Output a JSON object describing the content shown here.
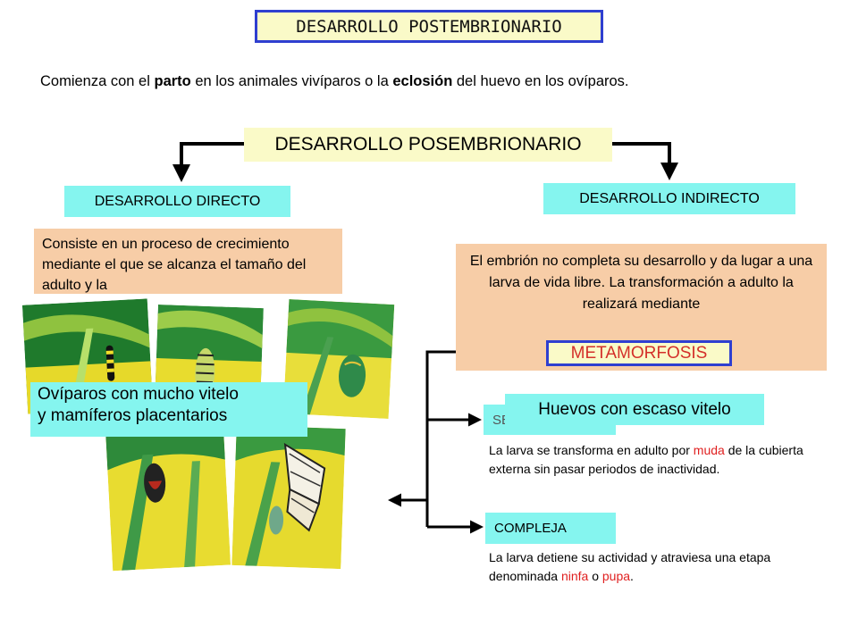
{
  "title": "DESARROLLO POSTEMBRIONARIO",
  "intro": {
    "pre": "Comienza con el ",
    "word1": "parto",
    "mid": " en los animales vivíparos o la ",
    "word2": "eclosión",
    "post": " del huevo en los ovíparos."
  },
  "main_box": "DESARROLLO POSEMBRIONARIO",
  "directo": {
    "label": "DESARROLLO DIRECTO",
    "description": "Consiste en un proceso de crecimiento mediante el que se alcanza el tamaño del adulto y la"
  },
  "indirecto": {
    "label": "DESARROLLO INDIRECTO",
    "description": "El embrión no completa su desarrollo y da lugar a una larva de vida libre. La transformación a adulto la realizará mediante",
    "metamorfosis": "METAMORFOSIS"
  },
  "sencilla": {
    "label": "SENCILLA",
    "text_pre": "La larva se transforma en adulto por ",
    "text_red": "muda",
    "text_post": " de la cubierta externa sin pasar periodos de inactividad."
  },
  "huevos_label": "Huevos con escaso vitelo",
  "compleja": {
    "label": "COMPLEJA",
    "text_pre": "La larva detiene su actividad y atraviesa una etapa denominada ",
    "red1": "ninfa",
    "mid": " o ",
    "red2": "pupa",
    "post": "."
  },
  "oviparos_label": [
    "Ovíparos con mucho vitelo",
    "y mamíferos placentarios"
  ],
  "colors": {
    "title_bg": "#fafac8",
    "title_border": "#2f3fd0",
    "cyan_box": "#85f5ef",
    "peach_box": "#f7cda7",
    "metamorfosis_text": "#d4302a",
    "highlight_red": "#e02020"
  },
  "photos": [
    {
      "name": "caterpillar-hanging-photo"
    },
    {
      "name": "chrysalis-forming-photo"
    },
    {
      "name": "green-chrysalis-photo"
    },
    {
      "name": "dark-chrysalis-photo"
    },
    {
      "name": "butterfly-emerging-photo"
    }
  ]
}
